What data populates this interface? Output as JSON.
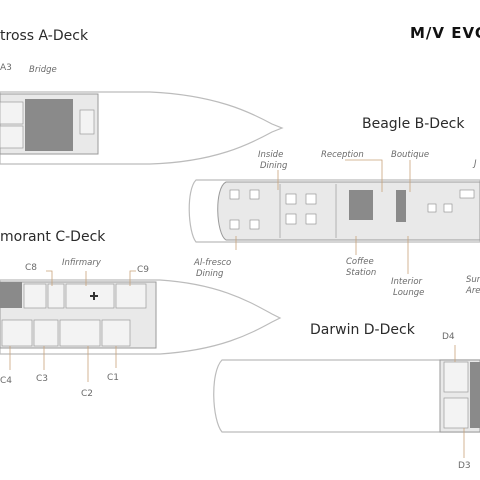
{
  "brand": "M/V EVO",
  "decks": {
    "a": {
      "title": "tross A-Deck",
      "labels": {
        "a3": "A3",
        "bridge": "Bridge"
      }
    },
    "b": {
      "title": "Beagle B-Deck",
      "labels": {
        "inside_dining_1": "Inside",
        "inside_dining_2": "Dining",
        "reception": "Reception",
        "boutique": "Boutique",
        "j": "J",
        "alfresco_1": "Al-fresco",
        "alfresco_2": "Dining",
        "coffee_1": "Coffee",
        "coffee_2": "Station",
        "lounge_1": "Interior",
        "lounge_2": "Lounge",
        "sun_1": "Sun",
        "sun_2": "Are"
      }
    },
    "c": {
      "title": "morant C-Deck",
      "labels": {
        "infirmary": "Infirmary",
        "c8": "C8",
        "c9": "C9",
        "c4": "C4",
        "c3": "C3",
        "c2": "C2",
        "c1": "C1"
      }
    },
    "d": {
      "title": "Darwin D-Deck",
      "labels": {
        "d4": "D4",
        "d3": "D3"
      }
    }
  },
  "colors": {
    "accent": "#c9a37a",
    "deck": "#e9e9e9",
    "dark": "#8a8a8a"
  }
}
